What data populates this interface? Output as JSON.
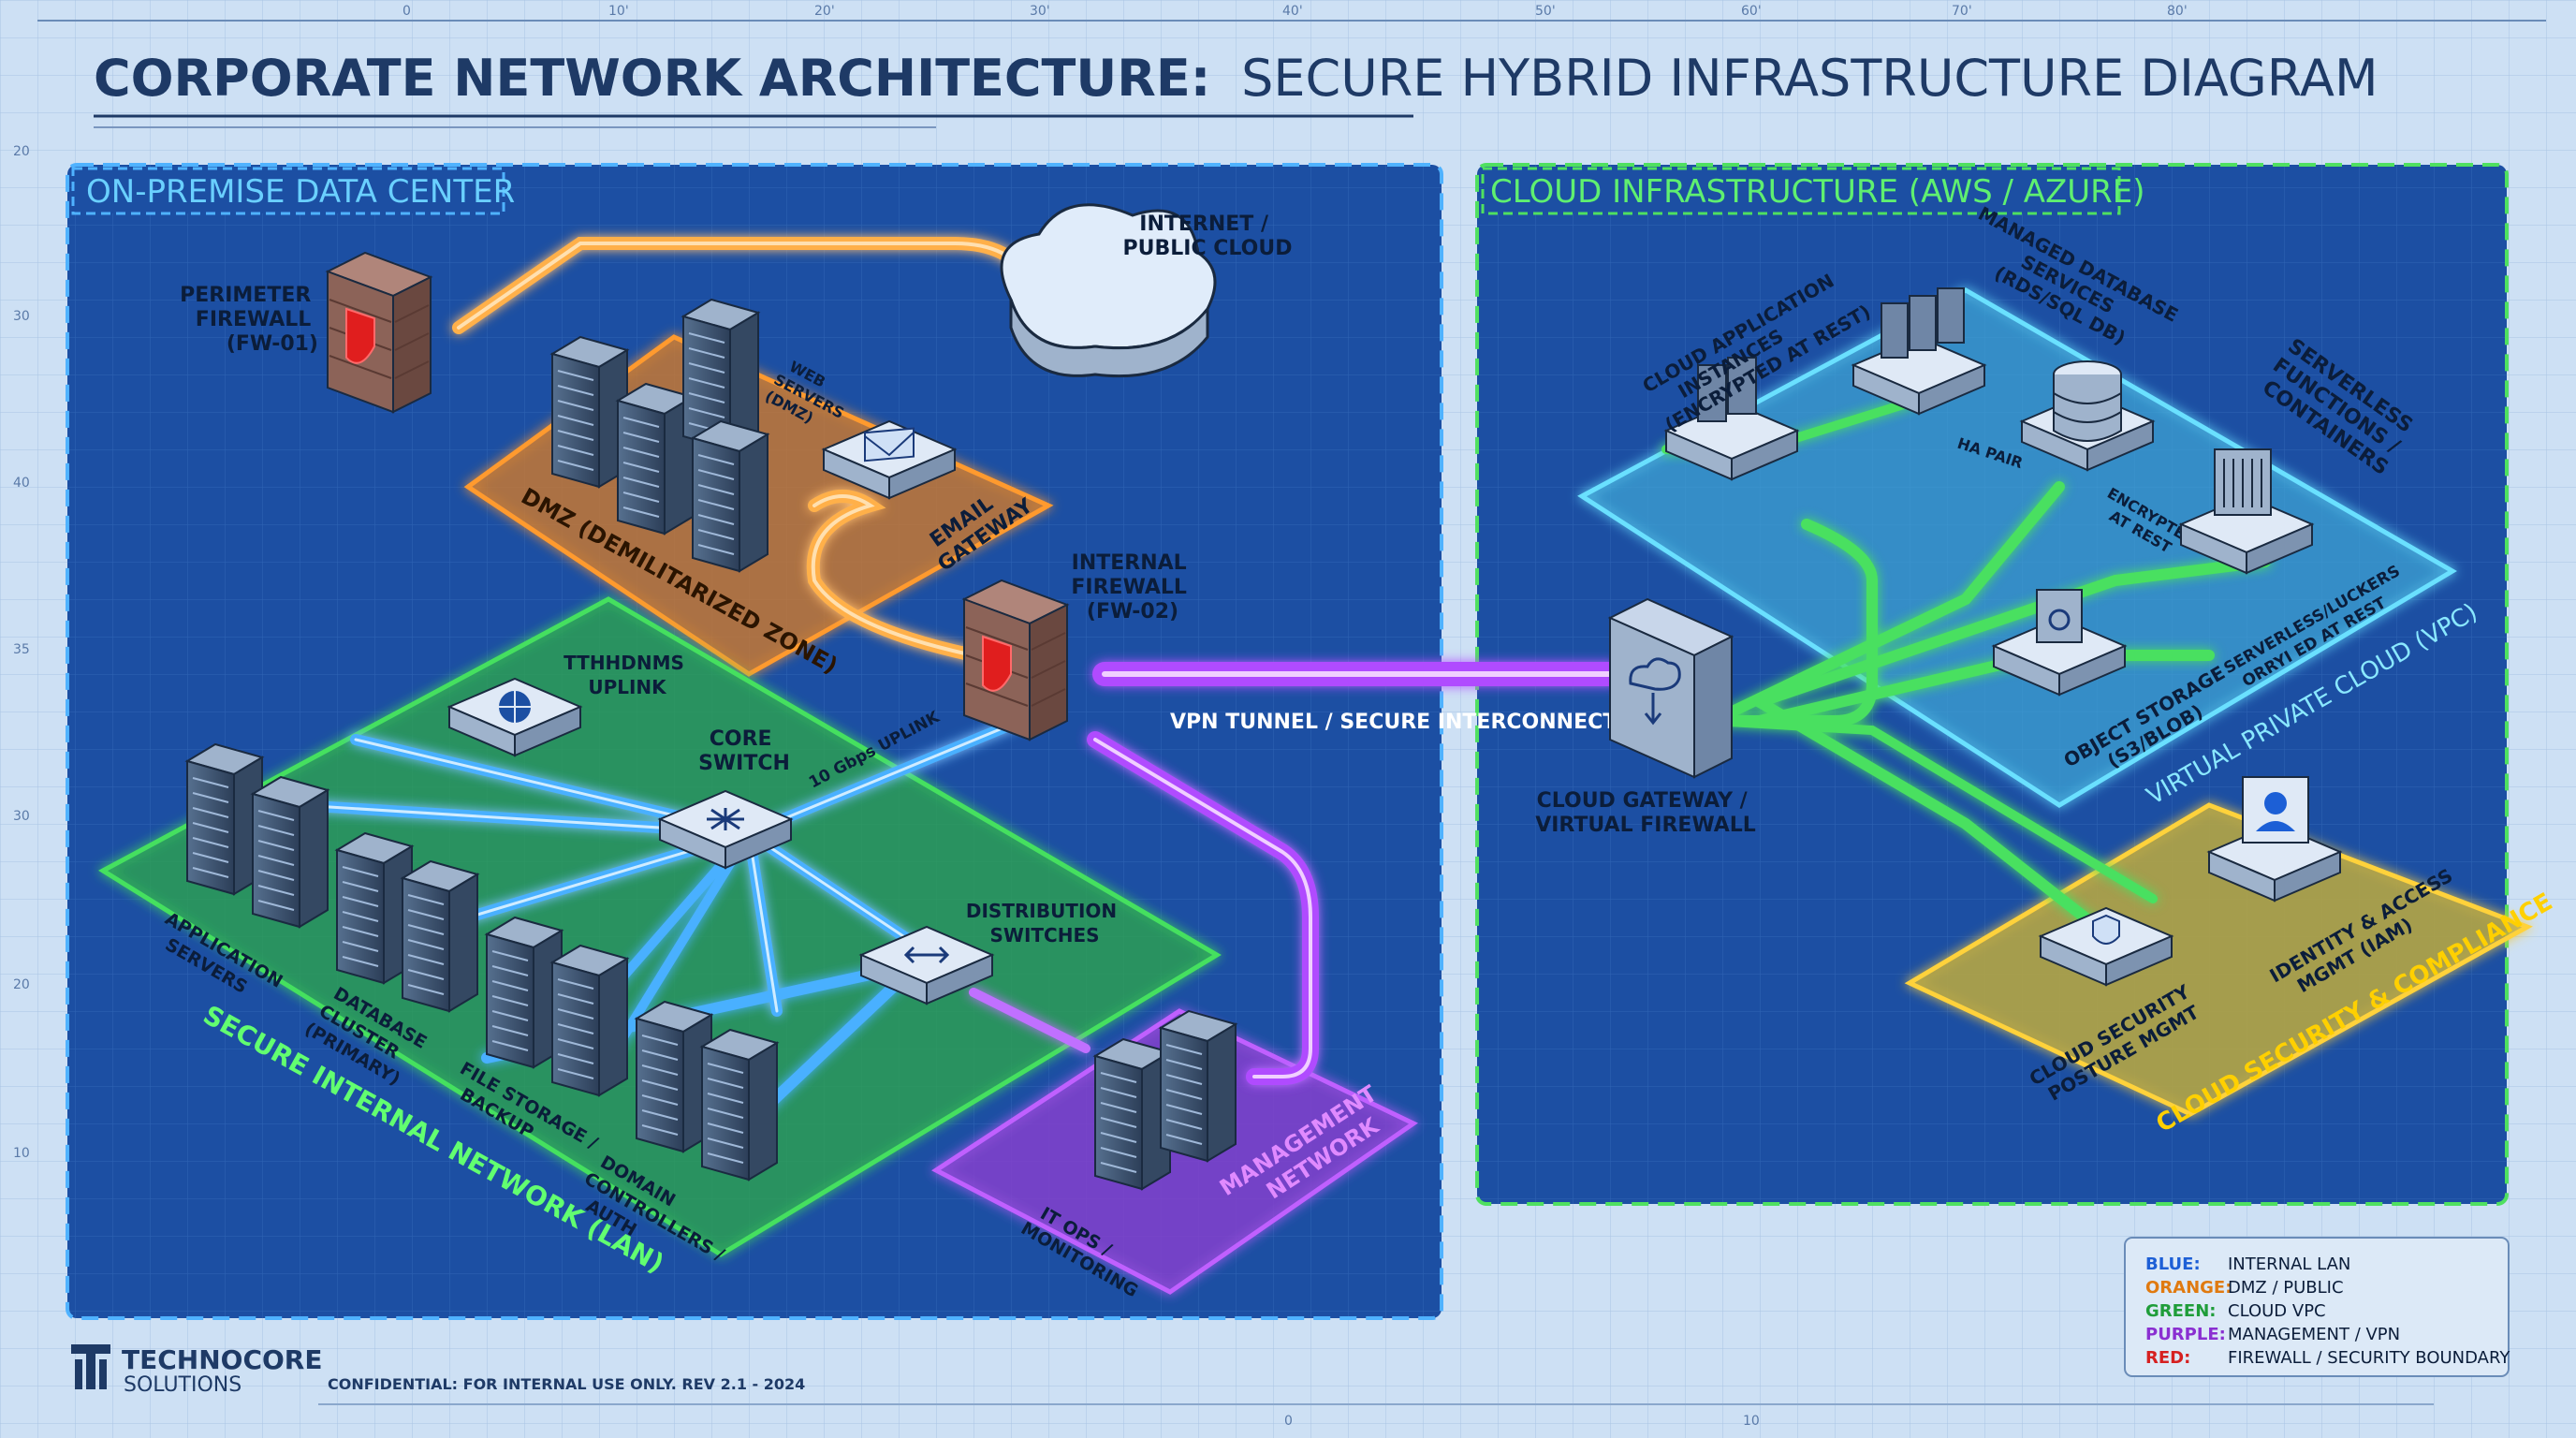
{
  "title": {
    "bold": "CORPORATE NETWORK ARCHITECTURE:",
    "light": "SECURE HYBRID INFRASTRUCTURE DIAGRAM"
  },
  "ruler": {
    "top_ticks": [
      "0",
      "10'",
      "20'",
      "30'",
      "40'",
      "50'",
      "60'",
      "70'",
      "80'"
    ],
    "left_ticks": [
      "20",
      "30",
      "40",
      "35",
      "30",
      "20",
      "10"
    ],
    "bottom_ticks": [
      "0",
      "10"
    ]
  },
  "onprem": {
    "title": "ON-PREMISE DATA CENTER",
    "perimeter_firewall": [
      "PERIMETER",
      "FIREWALL",
      "(FW-01)"
    ],
    "internet": [
      "INTERNET /",
      "PUBLIC CLOUD"
    ],
    "web_servers": [
      "WEB",
      "SERVERS",
      "(DMZ)"
    ],
    "email_gateway": [
      "EMAIL",
      "GATEWAY"
    ],
    "dmz_zone": "DMZ (DEMILITARIZED ZONE)",
    "internal_firewall": [
      "INTERNAL",
      "FIREWALL",
      "(FW-02)"
    ],
    "uplink": [
      "TTHHDNMS",
      "UPLINK"
    ],
    "core_switch": [
      "CORE",
      "SWITCH"
    ],
    "uplink_speed": "10 Gbps UPLINK",
    "distribution": [
      "DISTRIBUTION",
      "SWITCHES"
    ],
    "app_servers": [
      "APPLICATION",
      "SERVERS"
    ],
    "db_cluster": [
      "DATABASE",
      "CLUSTER",
      "(PRIMARY)"
    ],
    "file_storage": [
      "FILE STORAGE /",
      "BACKUP"
    ],
    "domain_controllers": [
      "DOMAIN",
      "CONTROLLERS /",
      "AUTH"
    ],
    "lan_zone": "SECURE INTERNAL NETWORK (LAN)",
    "it_ops": [
      "IT OPS /",
      "MONITORING"
    ],
    "mgmt_zone": [
      "MANAGEMENT",
      "NETWORK"
    ]
  },
  "vpn_label": "VPN TUNNEL / SECURE INTERCONNECT",
  "cloud": {
    "title": "CLOUD INFRASTRUCTURE (AWS / AZURE)",
    "gateway": [
      "CLOUD GATEWAY /",
      "VIRTUAL FIREWALL"
    ],
    "app_instances": [
      "CLOUD APPLICATION",
      "INSTANCES",
      "(ENCRYPTED AT REST)"
    ],
    "managed_db": [
      "MANAGED DATABASE",
      "SERVICES",
      "(RDS/SQL DB)"
    ],
    "ha_pair": "HA PAIR",
    "encrypted": [
      "ENCRYPTED",
      "AT REST"
    ],
    "serverless": [
      "SERVERLESS",
      "FUNCTIONS /",
      "CONTAINERS"
    ],
    "serverless_note": [
      "SERVERLESS/LUCKERS",
      "ORRYI ED AT REST"
    ],
    "object_storage": [
      "OBJECT STORAGE",
      "(S3/BLOB)"
    ],
    "vpc_zone": "VIRTUAL PRIVATE CLOUD (VPC)",
    "iam": [
      "IDENTITY & ACCESS",
      "MGMT (IAM)"
    ],
    "cspm": [
      "CLOUD SECURITY",
      "POSTURE MGMT"
    ],
    "security_zone": "CLOUD SECURITY & COMPLIANCE"
  },
  "legend": [
    {
      "key": "BLUE:",
      "value": "INTERNAL LAN",
      "color": "#1d5fd6"
    },
    {
      "key": "ORANGE:",
      "value": "DMZ / PUBLIC",
      "color": "#e07a10"
    },
    {
      "key": "GREEN:",
      "value": "CLOUD VPC",
      "color": "#1f9d3a"
    },
    {
      "key": "PURPLE:",
      "value": "MANAGEMENT / VPN",
      "color": "#8a2fd1"
    },
    {
      "key": "RED:",
      "value": "FIREWALL / SECURITY BOUNDARY",
      "color": "#d62020"
    }
  ],
  "footer": {
    "brand": "TECHNOCORE",
    "brand_sub": "SOLUTIONS",
    "confidential": "CONFIDENTIAL: FOR INTERNAL USE ONLY. REV 2.1 - 2024"
  },
  "colors": {
    "blue": "#3aa0ff",
    "orange": "#ff9a2e",
    "green": "#3dd65a",
    "purple": "#b04bff",
    "red": "#ff3030",
    "cyan": "#5fd8ff",
    "yellow": "#e8c23a"
  }
}
